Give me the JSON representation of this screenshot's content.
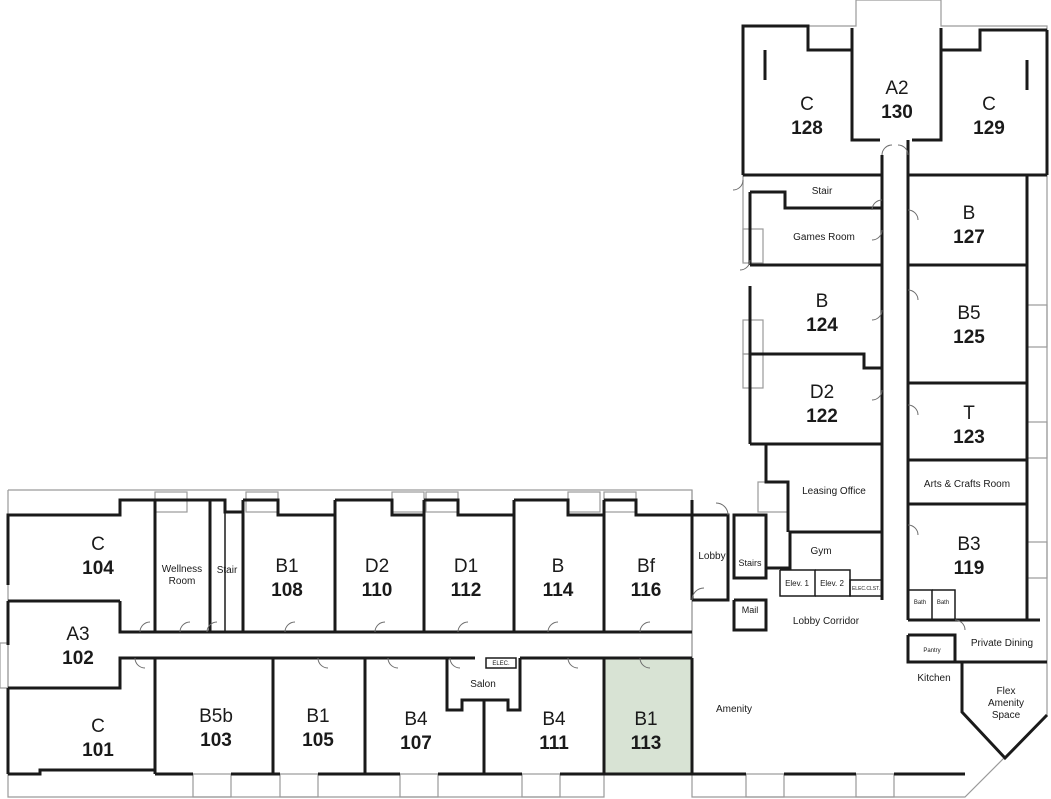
{
  "colors": {
    "highlight": "#d8e3d4",
    "wall": "#1a1a1a",
    "outline": "#9a9a9a"
  },
  "units": [
    {
      "id": "u104",
      "type": "C",
      "number": "104",
      "highlighted": false
    },
    {
      "id": "u102",
      "type": "A3",
      "number": "102",
      "highlighted": false
    },
    {
      "id": "u101",
      "type": "C",
      "number": "101",
      "highlighted": false
    },
    {
      "id": "u103",
      "type": "B5b",
      "number": "103",
      "highlighted": false
    },
    {
      "id": "u105",
      "type": "B1",
      "number": "105",
      "highlighted": false
    },
    {
      "id": "u107",
      "type": "B4",
      "number": "107",
      "highlighted": false
    },
    {
      "id": "u111",
      "type": "B4",
      "number": "111",
      "highlighted": false
    },
    {
      "id": "u113",
      "type": "B1",
      "number": "113",
      "highlighted": true
    },
    {
      "id": "u108",
      "type": "B1",
      "number": "108",
      "highlighted": false
    },
    {
      "id": "u110",
      "type": "D2",
      "number": "110",
      "highlighted": false
    },
    {
      "id": "u112",
      "type": "D1",
      "number": "112",
      "highlighted": false
    },
    {
      "id": "u114",
      "type": "B",
      "number": "114",
      "highlighted": false
    },
    {
      "id": "u116",
      "type": "Bf",
      "number": "116",
      "highlighted": false
    },
    {
      "id": "u128",
      "type": "C",
      "number": "128",
      "highlighted": false
    },
    {
      "id": "u130",
      "type": "A2",
      "number": "130",
      "highlighted": false
    },
    {
      "id": "u129",
      "type": "C",
      "number": "129",
      "highlighted": false
    },
    {
      "id": "u127",
      "type": "B",
      "number": "127",
      "highlighted": false
    },
    {
      "id": "u124",
      "type": "B",
      "number": "124",
      "highlighted": false
    },
    {
      "id": "u125",
      "type": "B5",
      "number": "125",
      "highlighted": false
    },
    {
      "id": "u122",
      "type": "D2",
      "number": "122",
      "highlighted": false
    },
    {
      "id": "u123",
      "type": "T",
      "number": "123",
      "highlighted": false
    },
    {
      "id": "u119",
      "type": "B3",
      "number": "119",
      "highlighted": false
    }
  ],
  "rooms": {
    "wellness_line1": "Wellness",
    "wellness_line2": "Room",
    "stair_west": "Stair",
    "salon": "Salon",
    "elec_small": "ELEC.",
    "amenity": "Amenity",
    "lobby": "Lobby",
    "stairs": "Stairs",
    "mail": "Mail",
    "gym": "Gym",
    "elev1": "Elev. 1",
    "elev2": "Elev. 2",
    "elec_clst": "ELEC.CLST.",
    "lobby_corridor": "Lobby Corridor",
    "leasing_office": "Leasing Office",
    "games_room": "Games Room",
    "stair_north": "Stair",
    "arts_crafts": "Arts & Crafts Room",
    "bath1": "Bath",
    "bath2": "Bath",
    "private_dining": "Private Dining",
    "pantry": "Pantry",
    "kitchen": "Kitchen",
    "flex_line1": "Flex",
    "flex_line2": "Amenity",
    "flex_line3": "Space"
  }
}
